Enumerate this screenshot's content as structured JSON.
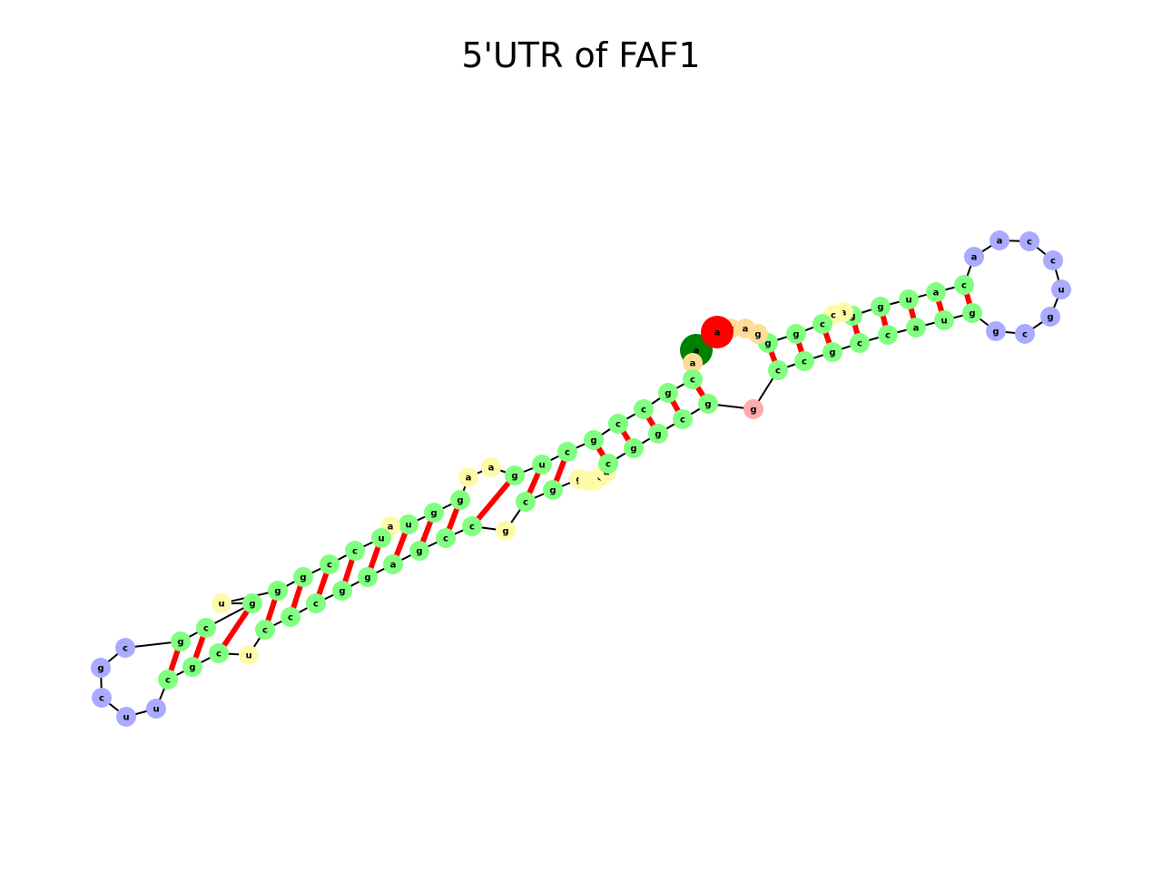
{
  "title": "5'UTR of FAF1",
  "diagram": {
    "type": "rna-secondary-structure",
    "colors": {
      "stem": "#80ff80",
      "loop": "#aaaaff",
      "bulge": "#fffaaa",
      "multiloop": "#ffdd99",
      "hairpin": "#aaaaff",
      "exterior": "#ffaaaa",
      "five_prime": "#008000",
      "three_prime": "#ff0000",
      "pair_edge": "#ff0000",
      "backbone_edge": "#000000"
    },
    "nucleotides": [
      {
        "id": 1,
        "base": "a",
        "kind": "five_prime"
      },
      {
        "id": 2,
        "base": "a",
        "kind": "multiloop"
      },
      {
        "id": 3,
        "base": "c",
        "kind": "stem"
      },
      {
        "id": 4,
        "base": "g",
        "kind": "stem"
      },
      {
        "id": 5,
        "base": "c",
        "kind": "stem"
      },
      {
        "id": 6,
        "base": "c",
        "kind": "stem"
      },
      {
        "id": 7,
        "base": "g",
        "kind": "stem"
      },
      {
        "id": 8,
        "base": "c",
        "kind": "stem"
      },
      {
        "id": 9,
        "base": "u",
        "kind": "stem"
      },
      {
        "id": 10,
        "base": "g",
        "kind": "stem"
      },
      {
        "id": 11,
        "base": "a",
        "kind": "bulge"
      },
      {
        "id": 12,
        "base": "a",
        "kind": "bulge"
      },
      {
        "id": 13,
        "base": "g",
        "kind": "stem"
      },
      {
        "id": 14,
        "base": "g",
        "kind": "stem"
      },
      {
        "id": 15,
        "base": "u",
        "kind": "stem"
      },
      {
        "id": 16,
        "base": "a",
        "kind": "bulge"
      },
      {
        "id": 17,
        "base": "u",
        "kind": "stem"
      },
      {
        "id": 18,
        "base": "c",
        "kind": "stem"
      },
      {
        "id": 19,
        "base": "c",
        "kind": "stem"
      },
      {
        "id": 20,
        "base": "g",
        "kind": "stem"
      },
      {
        "id": 21,
        "base": "g",
        "kind": "stem"
      },
      {
        "id": 22,
        "base": "u",
        "kind": "bulge"
      },
      {
        "id": 23,
        "base": "g",
        "kind": "stem"
      },
      {
        "id": 24,
        "base": "c",
        "kind": "stem"
      },
      {
        "id": 25,
        "base": "g",
        "kind": "stem"
      },
      {
        "id": 26,
        "base": "c",
        "kind": "hairpin"
      },
      {
        "id": 27,
        "base": "g",
        "kind": "hairpin"
      },
      {
        "id": 28,
        "base": "c",
        "kind": "hairpin"
      },
      {
        "id": 29,
        "base": "u",
        "kind": "hairpin"
      },
      {
        "id": 30,
        "base": "u",
        "kind": "hairpin"
      },
      {
        "id": 31,
        "base": "c",
        "kind": "stem"
      },
      {
        "id": 32,
        "base": "g",
        "kind": "stem"
      },
      {
        "id": 33,
        "base": "c",
        "kind": "stem"
      },
      {
        "id": 34,
        "base": "u",
        "kind": "bulge"
      },
      {
        "id": 35,
        "base": "c",
        "kind": "stem"
      },
      {
        "id": 36,
        "base": "c",
        "kind": "stem"
      },
      {
        "id": 37,
        "base": "c",
        "kind": "stem"
      },
      {
        "id": 38,
        "base": "g",
        "kind": "stem"
      },
      {
        "id": 39,
        "base": "g",
        "kind": "stem"
      },
      {
        "id": 40,
        "base": "a",
        "kind": "stem"
      },
      {
        "id": 41,
        "base": "g",
        "kind": "stem"
      },
      {
        "id": 42,
        "base": "c",
        "kind": "stem"
      },
      {
        "id": 43,
        "base": "c",
        "kind": "stem"
      },
      {
        "id": 44,
        "base": "g",
        "kind": "bulge"
      },
      {
        "id": 45,
        "base": "c",
        "kind": "stem"
      },
      {
        "id": 46,
        "base": "g",
        "kind": "stem"
      },
      {
        "id": 47,
        "base": "g",
        "kind": "bulge"
      },
      {
        "id": 48,
        "base": "a",
        "kind": "bulge"
      },
      {
        "id": 49,
        "base": "a",
        "kind": "bulge"
      },
      {
        "id": 50,
        "base": "c",
        "kind": "bulge"
      },
      {
        "id": 51,
        "base": "u",
        "kind": "bulge"
      },
      {
        "id": 52,
        "base": "c",
        "kind": "stem"
      },
      {
        "id": 53,
        "base": "g",
        "kind": "stem"
      },
      {
        "id": 54,
        "base": "g",
        "kind": "stem"
      },
      {
        "id": 55,
        "base": "c",
        "kind": "stem"
      },
      {
        "id": 56,
        "base": "g",
        "kind": "stem"
      },
      {
        "id": 57,
        "base": "g",
        "kind": "exterior"
      },
      {
        "id": 58,
        "base": "c",
        "kind": "stem"
      },
      {
        "id": 59,
        "base": "c",
        "kind": "stem"
      },
      {
        "id": 60,
        "base": "g",
        "kind": "stem"
      },
      {
        "id": 61,
        "base": "c",
        "kind": "stem"
      },
      {
        "id": 62,
        "base": "c",
        "kind": "stem"
      },
      {
        "id": 63,
        "base": "a",
        "kind": "stem"
      },
      {
        "id": 64,
        "base": "u",
        "kind": "stem"
      },
      {
        "id": 65,
        "base": "g",
        "kind": "stem"
      },
      {
        "id": 66,
        "base": "g",
        "kind": "hairpin"
      },
      {
        "id": 67,
        "base": "c",
        "kind": "hairpin"
      },
      {
        "id": 68,
        "base": "g",
        "kind": "hairpin"
      },
      {
        "id": 69,
        "base": "u",
        "kind": "hairpin"
      },
      {
        "id": 70,
        "base": "c",
        "kind": "hairpin"
      },
      {
        "id": 71,
        "base": "c",
        "kind": "hairpin"
      },
      {
        "id": 72,
        "base": "a",
        "kind": "hairpin"
      },
      {
        "id": 73,
        "base": "a",
        "kind": "hairpin"
      },
      {
        "id": 74,
        "base": "c",
        "kind": "stem"
      },
      {
        "id": 75,
        "base": "a",
        "kind": "stem"
      },
      {
        "id": 76,
        "base": "u",
        "kind": "stem"
      },
      {
        "id": 77,
        "base": "g",
        "kind": "stem"
      },
      {
        "id": 78,
        "base": "g",
        "kind": "stem"
      },
      {
        "id": 79,
        "base": "a",
        "kind": "bulge"
      },
      {
        "id": 80,
        "base": "c",
        "kind": "bulge"
      },
      {
        "id": 81,
        "base": "c",
        "kind": "stem"
      },
      {
        "id": 82,
        "base": "g",
        "kind": "stem"
      },
      {
        "id": 83,
        "base": "g",
        "kind": "stem"
      },
      {
        "id": 84,
        "base": "g",
        "kind": "multiloop"
      },
      {
        "id": 85,
        "base": "a",
        "kind": "multiloop"
      },
      {
        "id": 86,
        "base": "g",
        "kind": "multiloop"
      },
      {
        "id": 87,
        "base": "a",
        "kind": "three_prime"
      }
    ],
    "pairs": [
      [
        3,
        56
      ],
      [
        4,
        55
      ],
      [
        5,
        54
      ],
      [
        6,
        53
      ],
      [
        7,
        52
      ],
      [
        8,
        46
      ],
      [
        9,
        45
      ],
      [
        10,
        43
      ],
      [
        13,
        42
      ],
      [
        14,
        41
      ],
      [
        15,
        40
      ],
      [
        17,
        39
      ],
      [
        18,
        38
      ],
      [
        19,
        37
      ],
      [
        20,
        36
      ],
      [
        21,
        35
      ],
      [
        23,
        33
      ],
      [
        24,
        32
      ],
      [
        25,
        31
      ],
      [
        58,
        83
      ],
      [
        59,
        82
      ],
      [
        60,
        81
      ],
      [
        61,
        78
      ],
      [
        62,
        77
      ],
      [
        63,
        76
      ],
      [
        64,
        75
      ],
      [
        65,
        74
      ]
    ]
  }
}
